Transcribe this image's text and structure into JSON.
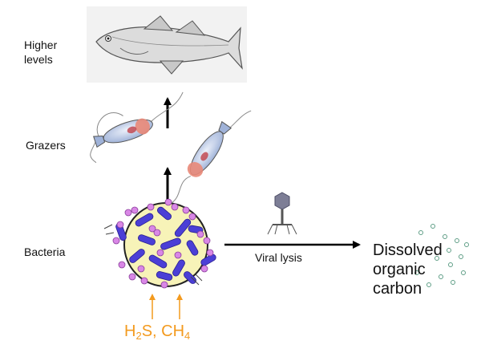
{
  "labels": {
    "higher_levels": "Higher levels",
    "grazers": "Grazers",
    "bacteria": "Bacteria",
    "viral_lysis": "Viral lysis",
    "doc_line1": "Dissolved",
    "doc_line2": "organic",
    "doc_line3": "carbon",
    "gas1_main": "H",
    "gas1_sub": "2",
    "gas1_rest": "S, CH",
    "gas2_sub": "4"
  },
  "icons": {
    "fish": "fish-illustration",
    "grazer": "flagellate-grazer-icon",
    "bacteria": "bacterial-aggregate-icon",
    "virus": "bacteriophage-icon",
    "doc": "doc-particle-dots"
  },
  "colors": {
    "arrow": "#000000",
    "gas_arrow": "#f39a1e",
    "gas_text": "#f39a1e",
    "aggregate_fill": "#f7f3b8",
    "rod_bacteria": "#4b3fd6",
    "cocci": "#d987e6",
    "grazer_body": "#c4d2ec",
    "grazer_nucleus": "#e98878",
    "phage": "#7d7e96",
    "doc_dot": "#5f9e86"
  }
}
